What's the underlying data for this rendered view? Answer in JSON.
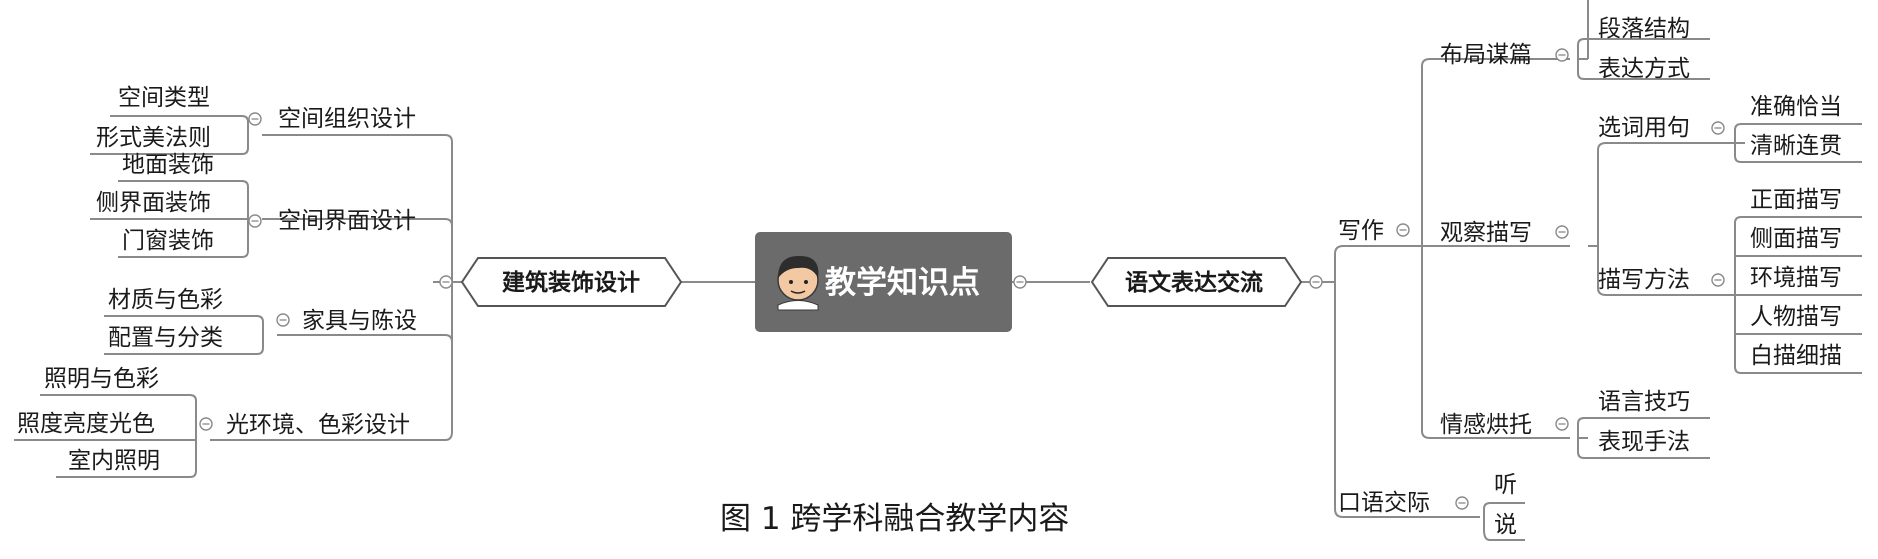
{
  "central": {
    "label": "教学知识点"
  },
  "left_main": {
    "label": "建筑装饰设计"
  },
  "right_main": {
    "label": "语文表达交流"
  },
  "caption": "图 1 跨学科融合教学内容",
  "left_branches": [
    {
      "label": "空间组织设计",
      "children": [
        "空间类型",
        "形式美法则"
      ]
    },
    {
      "label": "空间界面设计",
      "children": [
        "地面装饰",
        "侧界面装饰",
        "门窗装饰"
      ]
    },
    {
      "label": "家具与陈设",
      "children": [
        "材质与色彩",
        "配置与分类"
      ]
    },
    {
      "label": "光环境、色彩设计",
      "children": [
        "照明与色彩",
        "照度亮度光色",
        "室内照明"
      ]
    }
  ],
  "right_branches": [
    {
      "label": "写作",
      "children": [
        {
          "label": "布局谋篇",
          "children": [
            "段落结构",
            "表达方式"
          ]
        },
        {
          "label": "观察描写",
          "children": [
            {
              "label": "选词用句",
              "children": [
                "准确恰当",
                "清晰连贯"
              ]
            },
            {
              "label": "描写方法",
              "children": [
                "正面描写",
                "侧面描写",
                "环境描写",
                "人物描写",
                "白描细描"
              ]
            }
          ]
        },
        {
          "label": "情感烘托",
          "children": [
            "语言技巧",
            "表现手法"
          ]
        }
      ]
    },
    {
      "label": "口语交际",
      "children": [
        "听",
        "说"
      ]
    }
  ]
}
